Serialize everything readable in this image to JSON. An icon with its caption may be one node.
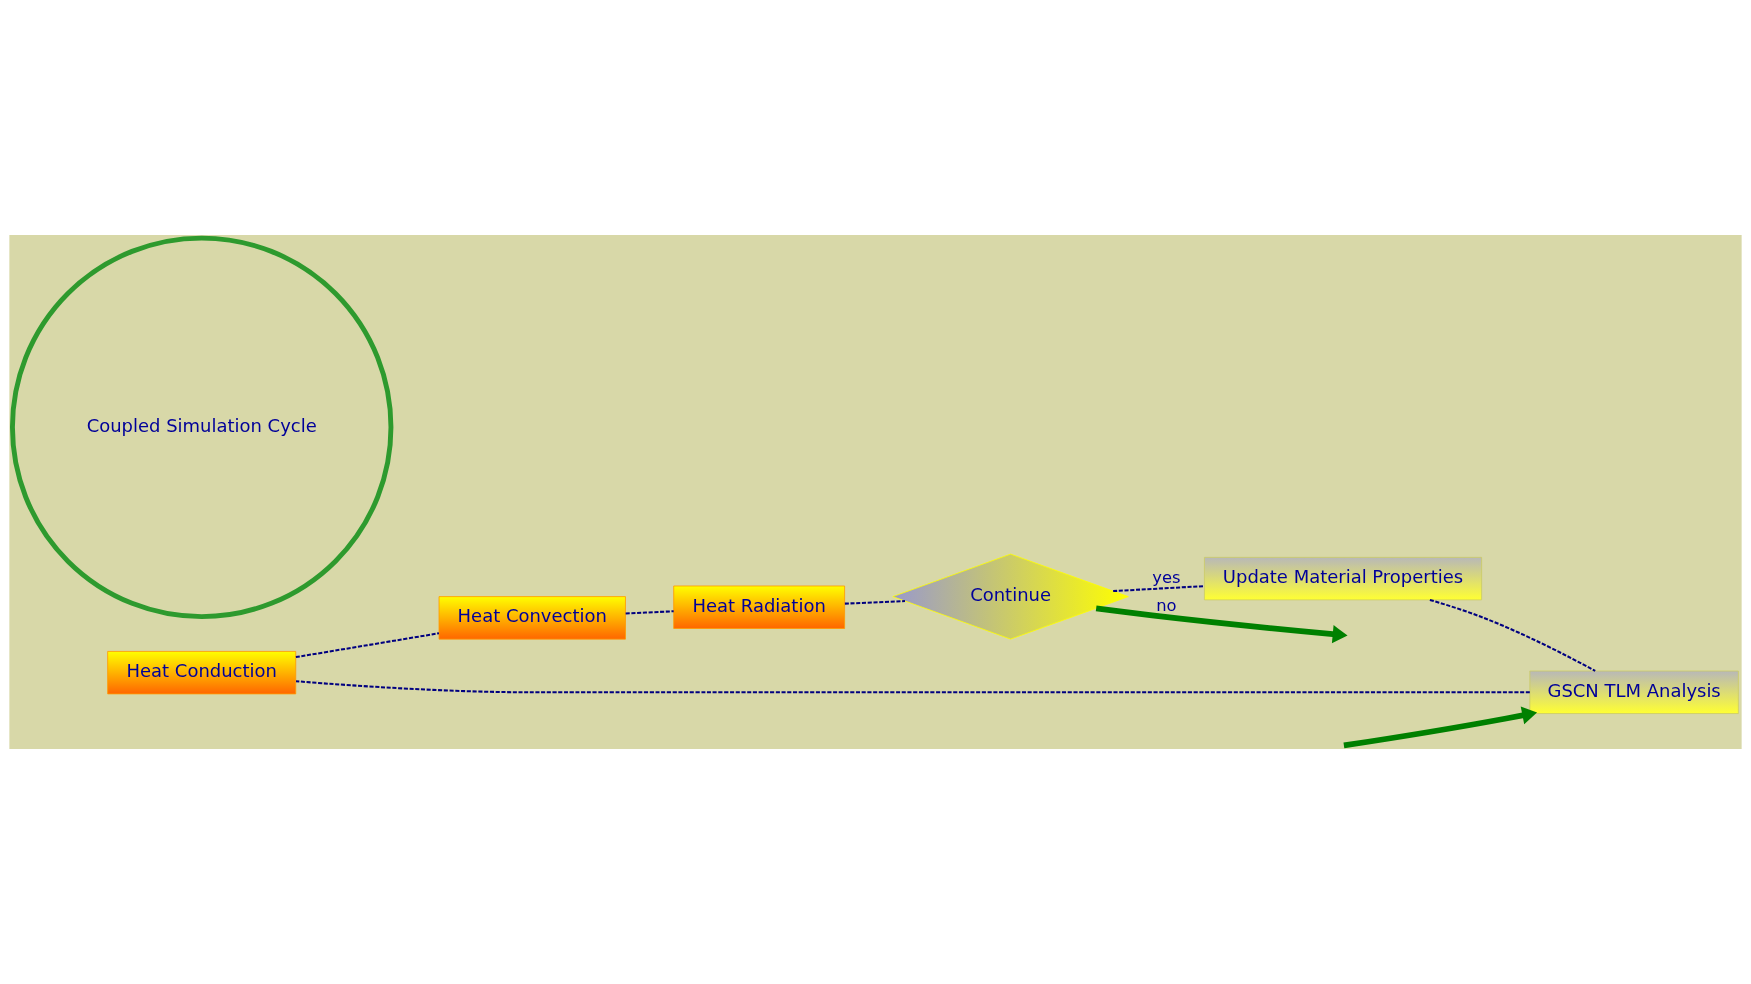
{
  "diagram": {
    "nodes": [
      {
        "text": [
          "Heat Conduction"
        ]
      },
      {
        "text": [
          "Heat Convection"
        ]
      },
      {
        "text": [
          "Heat Radiation"
        ]
      },
      {
        "text": [
          "GSCN TLM Analysis"
        ]
      },
      {
        "text": [
          "Update Material Properties"
        ]
      },
      {
        "text": [
          "Continue"
        ]
      },
      {
        "text": [
          "Coupled Simulation Cycle"
        ]
      }
    ],
    "edges": [
      {
        "from": null,
        "to": 3,
        "arrow": "to",
        "style": "thick",
        "color": "#008000"
      },
      {
        "from": 3,
        "to": 0,
        "arrow": "none",
        "style": "dashed"
      },
      {
        "from": 0,
        "to": 1,
        "arrow": "none",
        "style": "dashed"
      },
      {
        "from": 1,
        "to": 2,
        "arrow": "none",
        "style": "dashed"
      },
      {
        "from": 2,
        "to": 5,
        "arrow": "none",
        "style": "dashed"
      },
      {
        "from": 5,
        "to": 4,
        "arrow": "none",
        "style": "dashed",
        "label": "yes"
      },
      {
        "from": 4,
        "to": 3,
        "arrow": "none",
        "style": "dashed"
      },
      {
        "from": 5,
        "to": null,
        "arrow": "to",
        "style": "thick",
        "color": "#008000",
        "label": "no"
      }
    ]
  }
}
